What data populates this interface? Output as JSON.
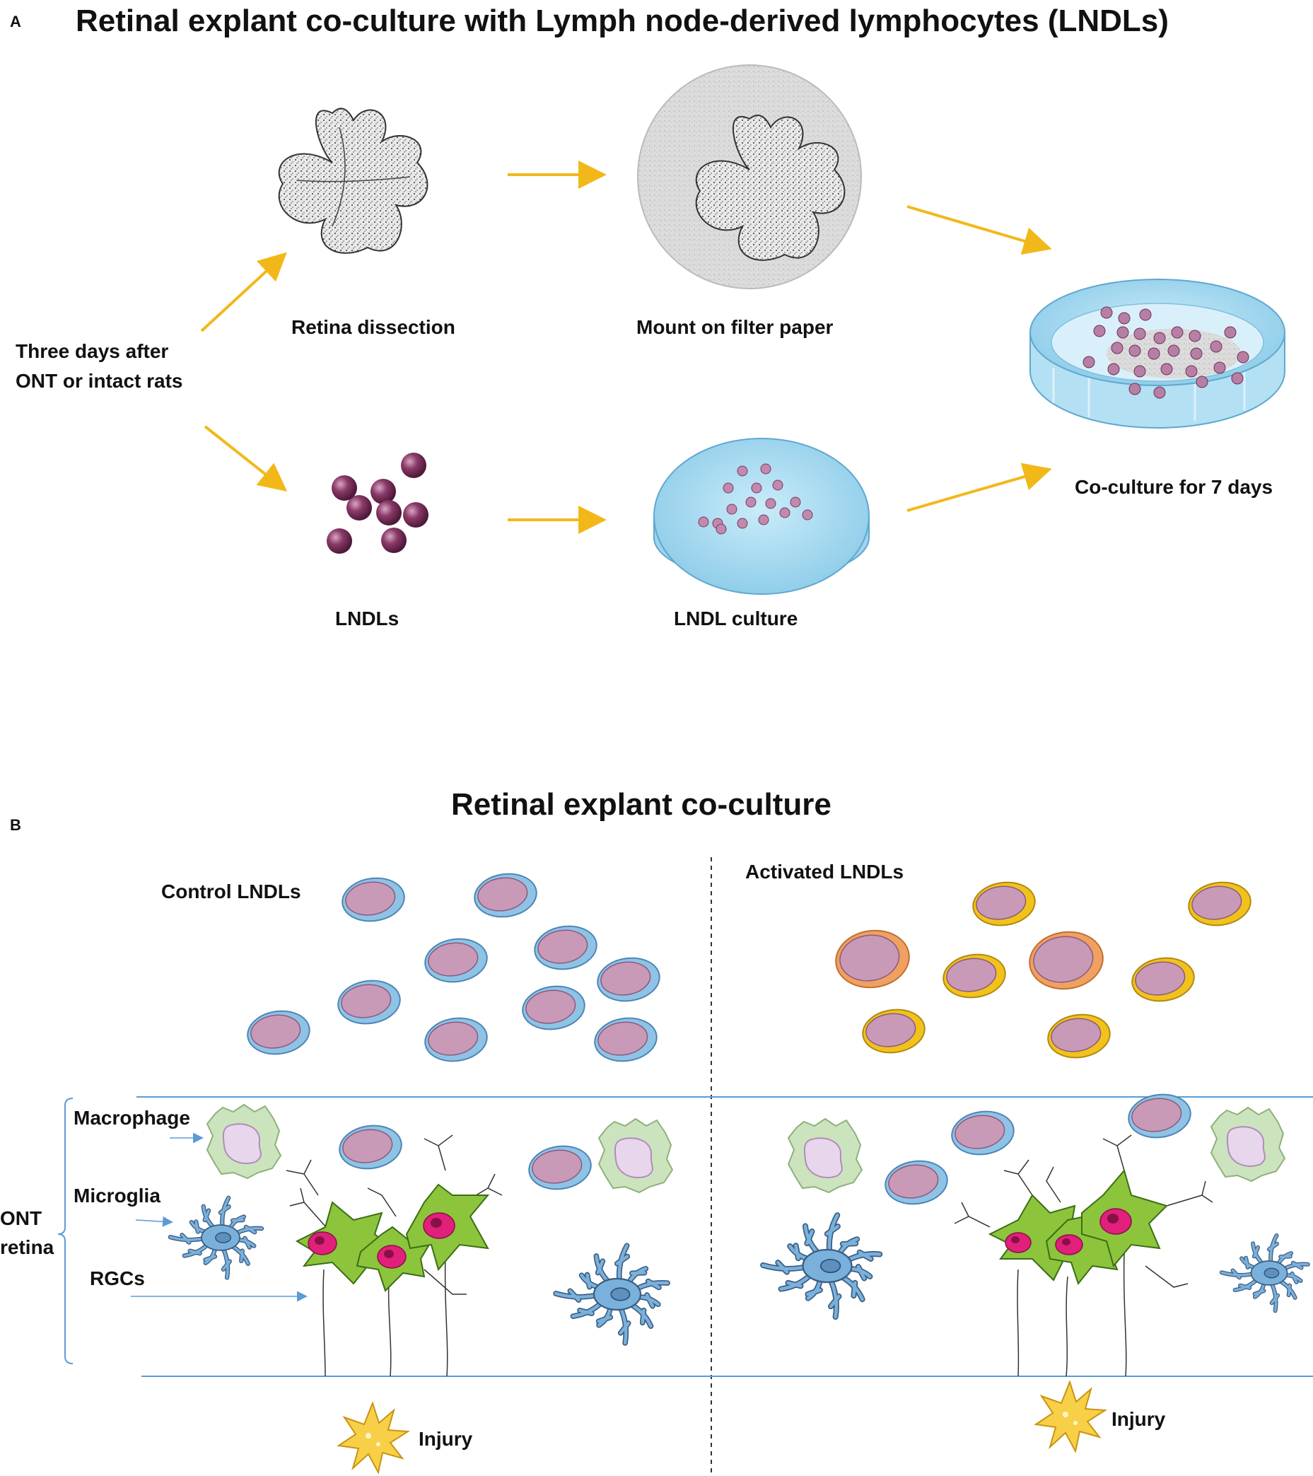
{
  "panel_a": {
    "letter": "A",
    "title": "Retinal explant co-culture with Lymph node-derived lymphocytes (LNDLs)",
    "start_label": [
      "Three days after",
      "ONT or intact rats"
    ],
    "retina_dissection": "Retina dissection",
    "mount_filter": "Mount on filter paper",
    "lndls": "LNDLs",
    "lndl_culture": "LNDL culture",
    "coculture": "Co-culture for 7 days"
  },
  "panel_b": {
    "letter": "B",
    "title": "Retinal explant co-culture",
    "control_lndls": "Control LNDLs",
    "activated_lndls": "Activated LNDLs",
    "macrophage": "Macrophage",
    "microglia": "Microglia",
    "ont_retina": [
      "ONT",
      "retina"
    ],
    "rgcs": "RGCs",
    "injury_left": "Injury",
    "injury_right": "Injury"
  },
  "colors": {
    "arrow": "#f2b81a",
    "cell_body": "#c89ab8",
    "control_rim": "#8fc3e6",
    "activated_rim": "#f2c21c",
    "activated_rim_orange": "#f0a060",
    "rgc": "#8cc43c",
    "rgc_nucleus": "#e0207a",
    "microglia": "#7ab0dc",
    "macrophage": "#b8d8a8",
    "lymphocyte": "#7a2e5a",
    "dish": "#a8d8f0",
    "injury": "#f7d048",
    "line": "#5b9bd5"
  }
}
